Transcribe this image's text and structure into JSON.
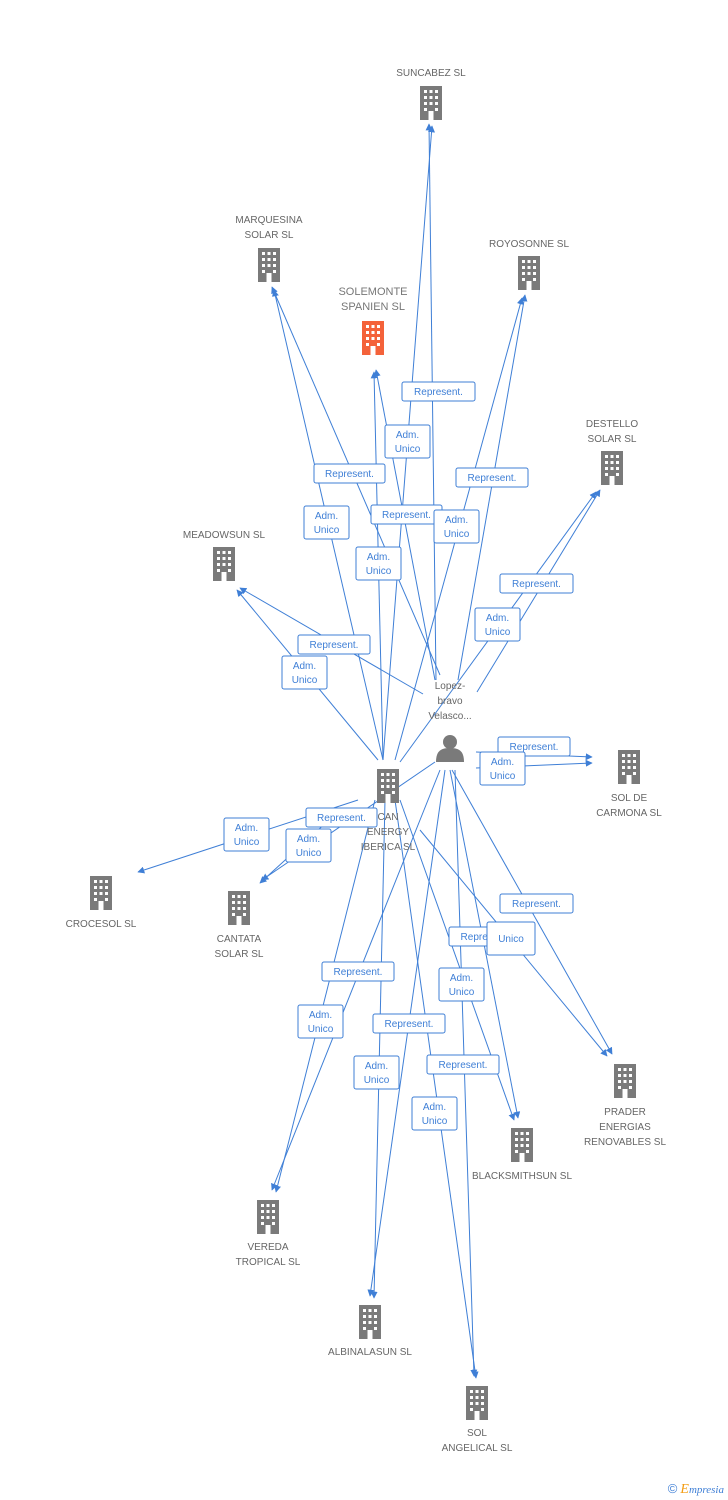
{
  "colors": {
    "edge": "#3f7fd6",
    "building": "#7a7a7a",
    "focus_building": "#f4623a",
    "person": "#7a7a7a"
  },
  "nodes": [
    {
      "id": "suncabez",
      "type": "company",
      "label_lines": [
        "SUNCABEZ SL"
      ]
    },
    {
      "id": "marquesina",
      "type": "company",
      "label_lines": [
        "MARQUESINA",
        "SOLAR SL"
      ]
    },
    {
      "id": "royosonne",
      "type": "company",
      "label_lines": [
        "ROYOSONNE SL"
      ]
    },
    {
      "id": "solemonte",
      "type": "company",
      "focus": true,
      "label_lines": [
        "SOLEMONTE",
        "SPANIEN SL"
      ]
    },
    {
      "id": "destello",
      "type": "company",
      "label_lines": [
        "DESTELLO",
        "SOLAR SL"
      ]
    },
    {
      "id": "meadowsun",
      "type": "company",
      "label_lines": [
        "MEADOWSUN SL"
      ]
    },
    {
      "id": "person",
      "type": "person",
      "label_lines": [
        "Lopez-",
        "bravo",
        "Velasco..."
      ]
    },
    {
      "id": "can",
      "type": "company",
      "label_lines": [
        "CAN",
        "ENERGY",
        "IBERICA SL"
      ]
    },
    {
      "id": "carmona",
      "type": "company",
      "label_lines": [
        "SOL DE",
        "CARMONA SL"
      ]
    },
    {
      "id": "crocesol",
      "type": "company",
      "label_lines": [
        "CROCESOL SL"
      ]
    },
    {
      "id": "cantata",
      "type": "company",
      "label_lines": [
        "CANTATA",
        "SOLAR SL"
      ]
    },
    {
      "id": "prader",
      "type": "company",
      "label_lines": [
        "PRADER",
        "ENERGIAS",
        "RENOVABLES SL"
      ]
    },
    {
      "id": "blacksmithsun",
      "type": "company",
      "label_lines": [
        "BLACKSMITHSUN SL"
      ]
    },
    {
      "id": "vereda",
      "type": "company",
      "label_lines": [
        "VEREDA",
        "TROPICAL SL"
      ]
    },
    {
      "id": "albinalasun",
      "type": "company",
      "label_lines": [
        "ALBINALASUN SL"
      ]
    },
    {
      "id": "angelical",
      "type": "company",
      "label_lines": [
        "SOL",
        "ANGELICAL SL"
      ]
    }
  ],
  "edges": [
    {
      "from": "person",
      "to": "suncabez"
    },
    {
      "from": "can",
      "to": "suncabez"
    },
    {
      "from": "person",
      "to": "marquesina"
    },
    {
      "from": "can",
      "to": "marquesina"
    },
    {
      "from": "person",
      "to": "royosonne"
    },
    {
      "from": "can",
      "to": "royosonne"
    },
    {
      "from": "person",
      "to": "solemonte"
    },
    {
      "from": "can",
      "to": "solemonte"
    },
    {
      "from": "person",
      "to": "destello"
    },
    {
      "from": "can",
      "to": "destello"
    },
    {
      "from": "person",
      "to": "meadowsun"
    },
    {
      "from": "can",
      "to": "meadowsun"
    },
    {
      "from": "person",
      "to": "carmona"
    },
    {
      "from": "person",
      "to": "carmona"
    },
    {
      "from": "can",
      "to": "crocesol"
    },
    {
      "from": "person",
      "to": "cantata"
    },
    {
      "from": "can",
      "to": "cantata"
    },
    {
      "from": "person",
      "to": "prader"
    },
    {
      "from": "can",
      "to": "prader"
    },
    {
      "from": "person",
      "to": "blacksmithsun"
    },
    {
      "from": "can",
      "to": "blacksmithsun"
    },
    {
      "from": "person",
      "to": "vereda"
    },
    {
      "from": "can",
      "to": "vereda"
    },
    {
      "from": "person",
      "to": "albinalasun"
    },
    {
      "from": "can",
      "to": "albinalasun"
    },
    {
      "from": "person",
      "to": "angelical"
    },
    {
      "from": "can",
      "to": "angelical"
    }
  ],
  "edge_labels": [
    {
      "lines": [
        "Represent."
      ]
    },
    {
      "lines": [
        "Adm.",
        "Unico"
      ]
    },
    {
      "lines": [
        "Represent."
      ]
    },
    {
      "lines": [
        "Represent."
      ]
    },
    {
      "lines": [
        "Represent."
      ]
    },
    {
      "lines": [
        "Adm.",
        "Unico"
      ]
    },
    {
      "lines": [
        "Adm.",
        "Unico"
      ]
    },
    {
      "lines": [
        "Adm.",
        "Unico"
      ]
    },
    {
      "lines": [
        "Represent."
      ]
    },
    {
      "lines": [
        "Adm.",
        "Unico"
      ]
    },
    {
      "lines": [
        "Represent."
      ]
    },
    {
      "lines": [
        "Adm.",
        "Unico"
      ]
    },
    {
      "lines": [
        "Represent."
      ]
    },
    {
      "lines": [
        "Adm.",
        "Unico"
      ]
    },
    {
      "lines": [
        "Represent."
      ]
    },
    {
      "lines": [
        "Adm.",
        "Unico"
      ]
    },
    {
      "lines": [
        "Adm.",
        "Unico"
      ]
    },
    {
      "lines": [
        "Represent."
      ]
    },
    {
      "lines": [
        "Represent."
      ]
    },
    {
      "lines": [
        "Unico"
      ]
    },
    {
      "lines": [
        "Represent."
      ]
    },
    {
      "lines": [
        "Adm.",
        "Unico"
      ]
    },
    {
      "lines": [
        "Adm.",
        "Unico"
      ]
    },
    {
      "lines": [
        "Represent."
      ]
    },
    {
      "lines": [
        "Adm.",
        "Unico"
      ]
    },
    {
      "lines": [
        "Represent."
      ]
    },
    {
      "lines": [
        "Adm.",
        "Unico"
      ]
    }
  ],
  "watermark": {
    "symbol": "©",
    "brand_initial": "E",
    "brand_rest": "mpresia"
  }
}
